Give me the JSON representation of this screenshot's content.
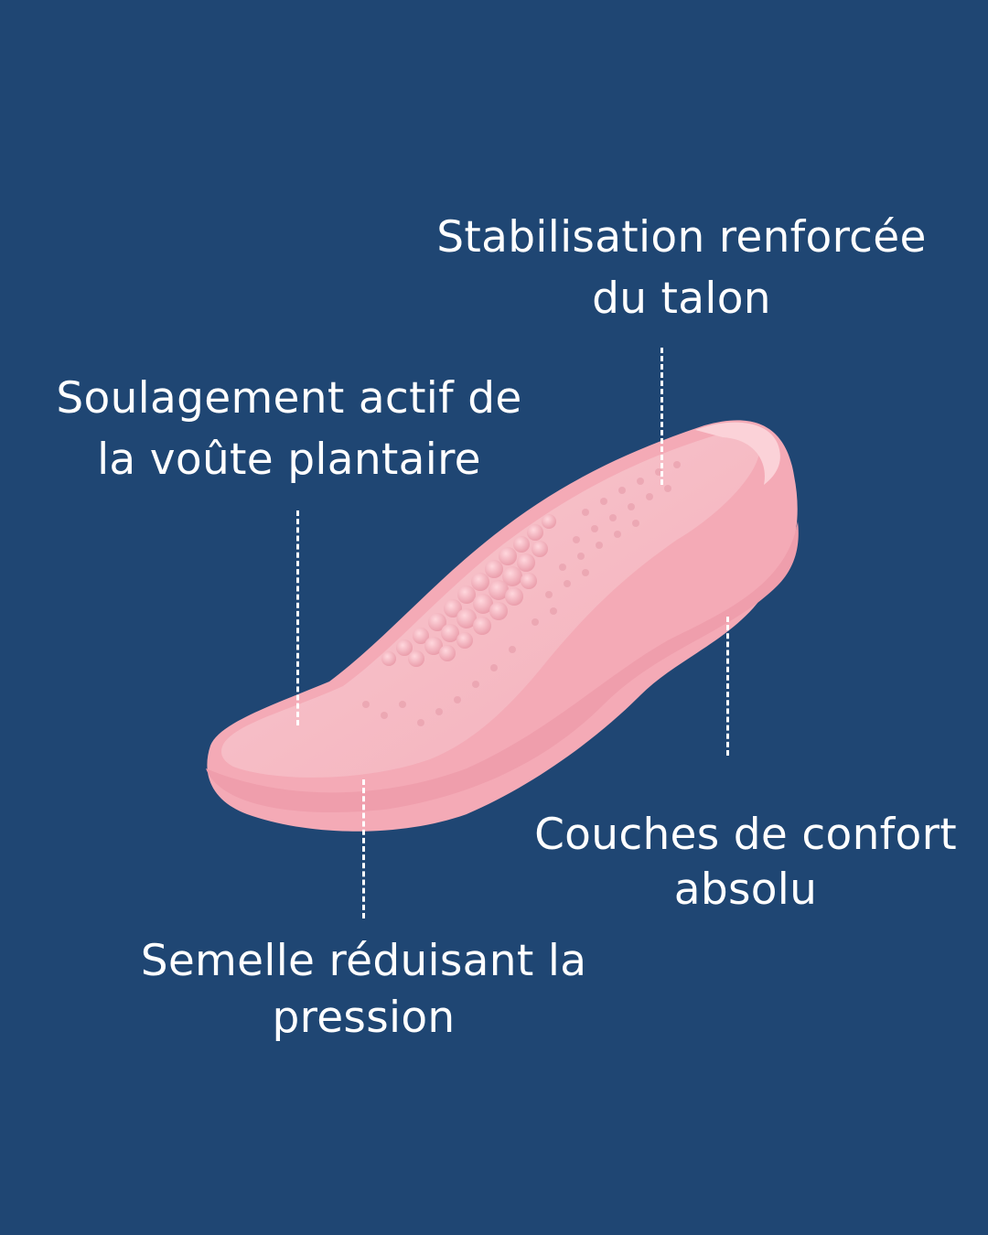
{
  "background_color": "#1f4673",
  "insole_color": "#f6b9c3",
  "labels": {
    "heel": {
      "line1": "Stabilisation renforcée",
      "line2": "du talon"
    },
    "arch": {
      "line1": "Soulagement actif de",
      "line2": "la voûte plantaire"
    },
    "layers": {
      "line1": "Couches de confort",
      "line2": "absolu"
    },
    "sole": {
      "line1": "Semelle réduisant la",
      "line2": "pression"
    }
  }
}
